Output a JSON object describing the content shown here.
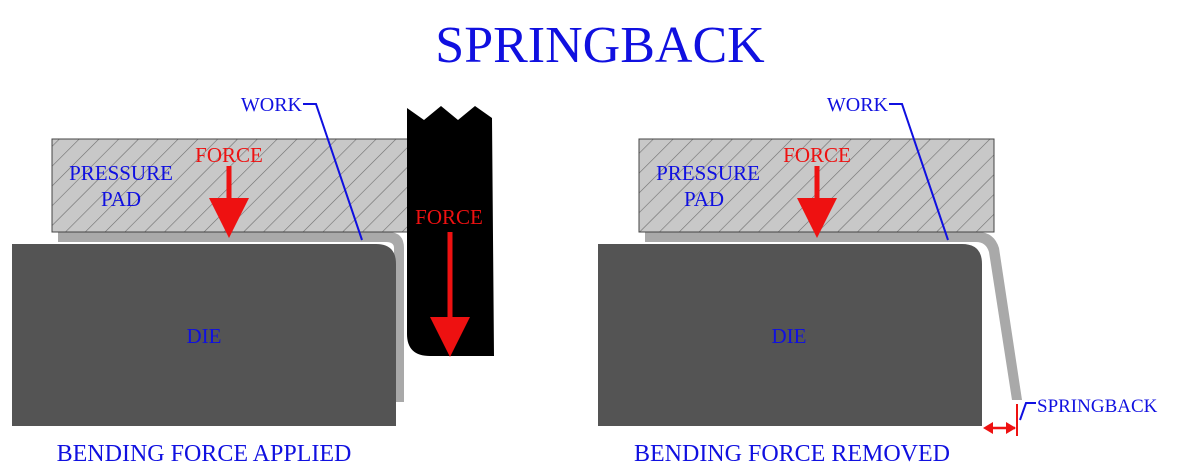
{
  "title": "SPRINGBACK",
  "colors": {
    "label_blue": "#1010e0",
    "force_red": "#ee1111",
    "die_gray": "#545454",
    "pad_fill": "#c8c8c8",
    "work_gray": "#a9a9a9",
    "punch_black": "#000000"
  },
  "left_panel": {
    "work_label": "WORK",
    "pad_label_line1": "PRESSURE",
    "pad_label_line2": "PAD",
    "pad_force_label": "FORCE",
    "punch_force_label": "FORCE",
    "die_label": "DIE",
    "caption": "BENDING FORCE APPLIED"
  },
  "right_panel": {
    "work_label": "WORK",
    "pad_label_line1": "PRESSURE",
    "pad_label_line2": "PAD",
    "pad_force_label": "FORCE",
    "die_label": "DIE",
    "springback_label": "SPRINGBACK",
    "caption": "BENDING FORCE REMOVED"
  }
}
